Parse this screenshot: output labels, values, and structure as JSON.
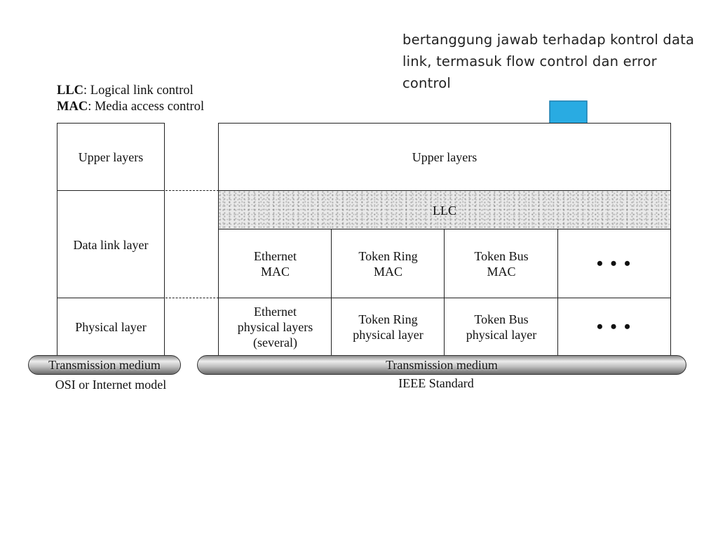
{
  "annotation": {
    "text": "bertanggung jawab terhadap kontrol data link, termasuk flow control dan error control",
    "arrow_color": "#29abe2"
  },
  "legend": {
    "llc_abbr": "LLC",
    "llc_desc": ": Logical link control",
    "mac_abbr": "MAC",
    "mac_desc": ": Media access control"
  },
  "osi": {
    "upper": "Upper layers",
    "data_link": "Data link layer",
    "physical": "Physical layer",
    "medium": "Transmission medium",
    "caption": "OSI or Internet model"
  },
  "ieee": {
    "upper": "Upper layers",
    "llc": "LLC",
    "mac": [
      {
        "line1": "Ethernet",
        "line2": "MAC"
      },
      {
        "line1": "Token Ring",
        "line2": "MAC"
      },
      {
        "line1": "Token Bus",
        "line2": "MAC"
      },
      {
        "line1": "• • •",
        "line2": ""
      }
    ],
    "phy": [
      {
        "line1": "Ethernet",
        "line2": "physical layers",
        "line3": "(several)"
      },
      {
        "line1": "Token Ring",
        "line2": "physical layer",
        "line3": ""
      },
      {
        "line1": "Token Bus",
        "line2": "physical layer",
        "line3": ""
      },
      {
        "line1": "• • •",
        "line2": "",
        "line3": ""
      }
    ],
    "medium": "Transmission medium",
    "caption": "IEEE Standard"
  }
}
